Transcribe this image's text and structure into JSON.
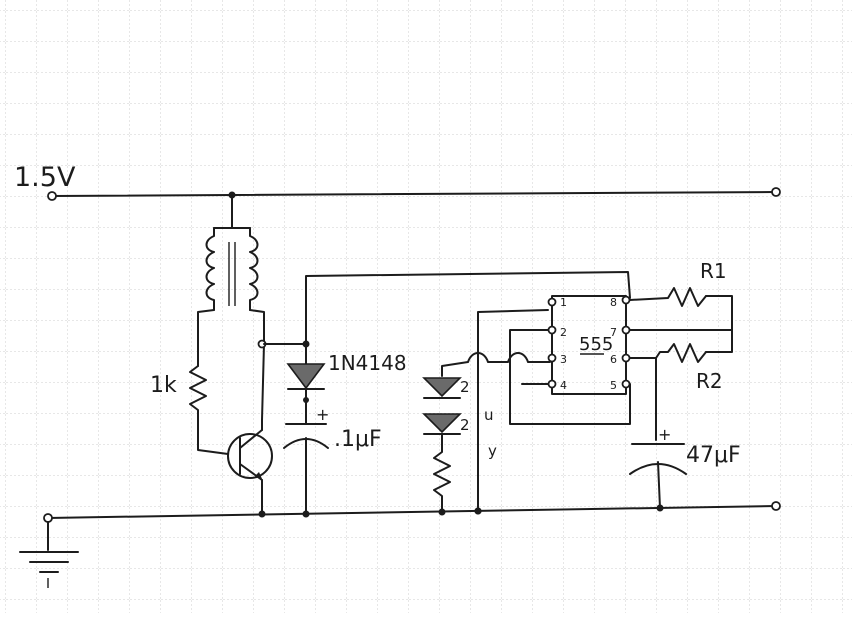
{
  "diagram": {
    "supply_label": "1.5V",
    "resistor_base_label": "1k",
    "diode_label": "1N4148",
    "cap_small_label": ".1μF",
    "ic_label": "555",
    "ic_pins": [
      "1",
      "2",
      "3",
      "4",
      "8",
      "7",
      "6",
      "5"
    ],
    "r1_label": "R1",
    "r2_label": "R2",
    "cap_large_label": "47μF",
    "plus_sign": "+",
    "led_arrow_label": "2",
    "led_arrow_label_b": "2",
    "glyph_u": "u",
    "glyph_y": "y",
    "colors": {
      "ink": "#1c1c1c",
      "grid": "#cfcfcf",
      "paper": "#ffffff",
      "led_fill": "#6a6a6a"
    }
  }
}
